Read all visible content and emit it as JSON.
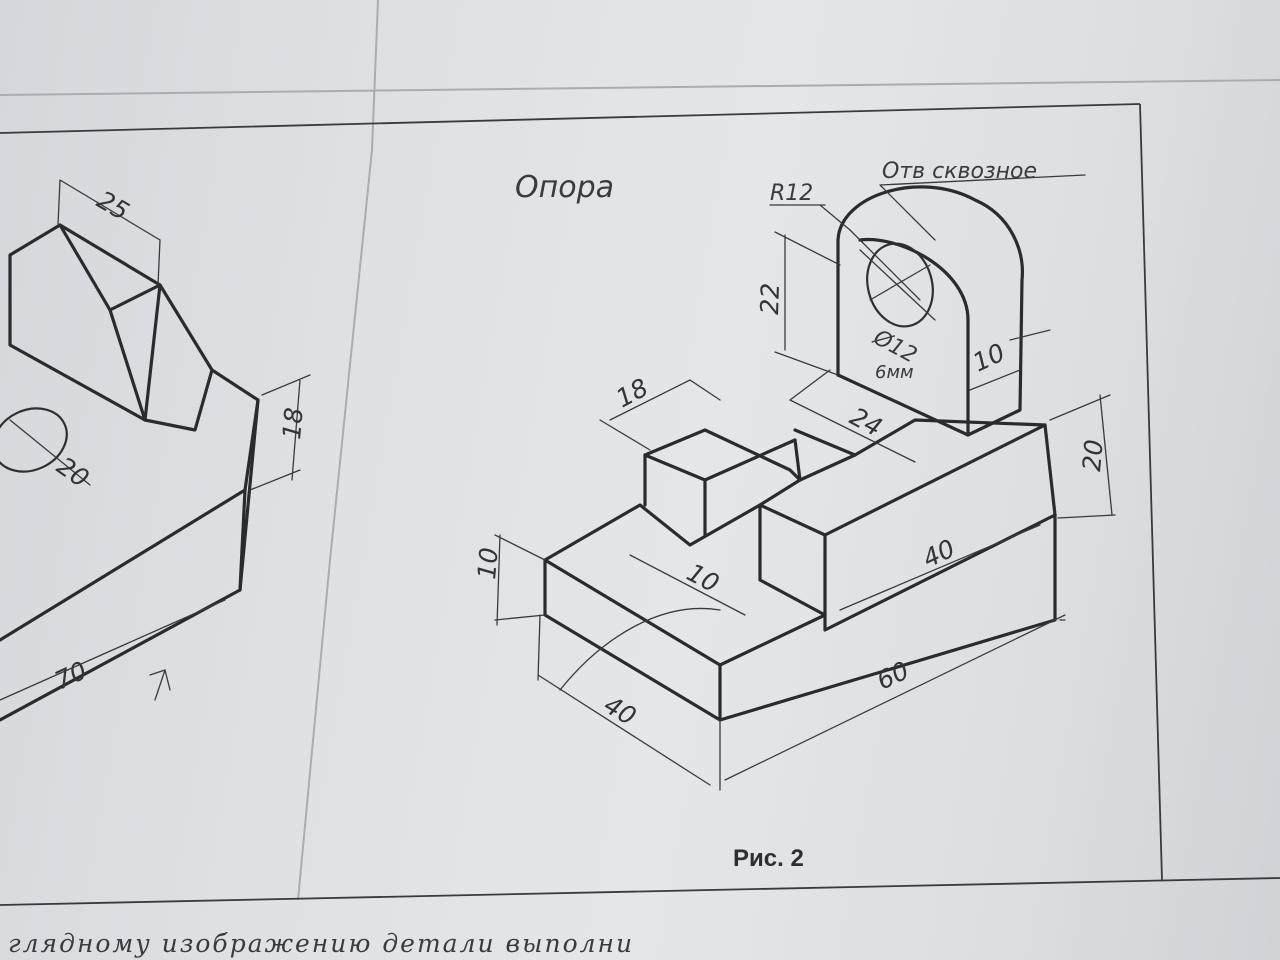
{
  "title": "Опора",
  "caption": "Рис. 2",
  "note_hole": "Отв сквозное",
  "note_radius": "R12",
  "note_diameter": "Ø12",
  "note_handwritten": "6мм",
  "dims_main": {
    "height_lug": "22",
    "width_18": "18",
    "length_24": "24",
    "thickness_10": "10",
    "height_20": "20",
    "step_10_left": "10",
    "slot_10": "10",
    "length_40_right": "40",
    "length_60": "60",
    "width_40": "40"
  },
  "dims_left": {
    "top_25": "25",
    "height_18": "18",
    "dia_20": "20",
    "length_70": "70"
  },
  "bottom_text": "глядному изображению детали выполни"
}
